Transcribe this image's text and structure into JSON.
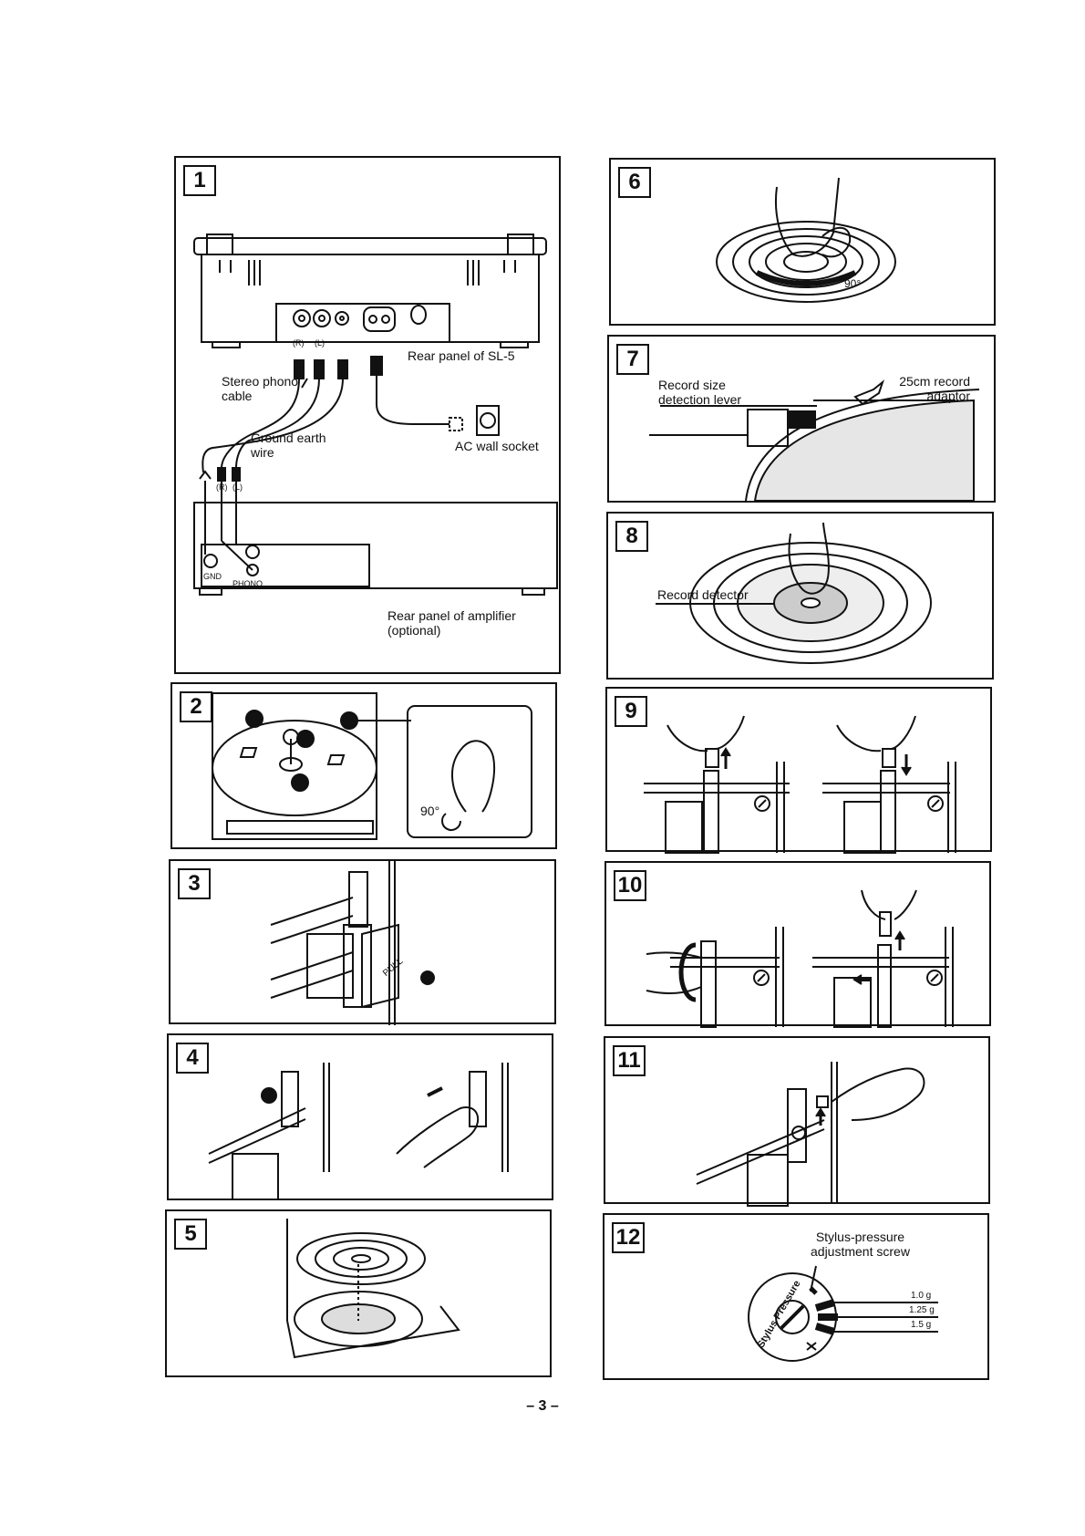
{
  "steps": {
    "s1": {
      "num": "1",
      "labels": {
        "rear_sl5": "Rear panel of SL-5",
        "stereo": "Stereo phono\ncable",
        "ground": "Ground earth\nwire",
        "ac": "AC wall socket",
        "amp": "Rear panel of amplifier\n(optional)",
        "r": "(R)",
        "l": "(L)",
        "r2": "(R)",
        "l2": "(L)",
        "gnd": "GND",
        "phono": "PHONO"
      }
    },
    "s2": {
      "num": "2",
      "labels": {
        "angle": "90°"
      }
    },
    "s3": {
      "num": "3",
      "labels": {
        "pull": "PULL"
      }
    },
    "s4": {
      "num": "4"
    },
    "s5": {
      "num": "5"
    },
    "s6": {
      "num": "6",
      "labels": {
        "angle": "90°"
      }
    },
    "s7": {
      "num": "7",
      "labels": {
        "lever": "Record size\ndetection lever",
        "adaptor": "25cm record\nadaptor"
      }
    },
    "s8": {
      "num": "8",
      "labels": {
        "detector": "Record detector"
      }
    },
    "s9": {
      "num": "9"
    },
    "s10": {
      "num": "10"
    },
    "s11": {
      "num": "11"
    },
    "s12": {
      "num": "12",
      "labels": {
        "screw": "Stylus-pressure\nadjustment screw",
        "g1": "1.0 g",
        "g2": "1.25 g",
        "g3": "1.5 g",
        "dial": "Stylus Pressure"
      }
    }
  },
  "page_number": "– 3 –"
}
